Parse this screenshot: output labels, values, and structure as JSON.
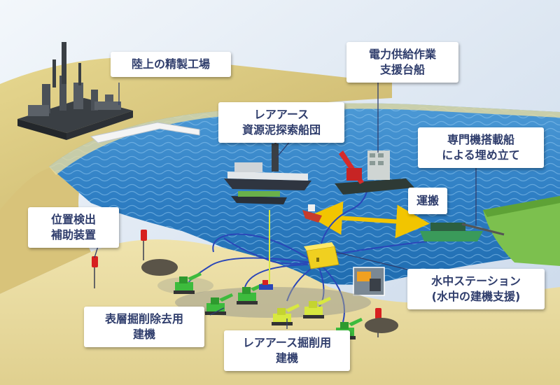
{
  "labels": {
    "refinery": [
      "陸上の精製工場"
    ],
    "power_support": [
      "電力供給作業",
      "支援台船"
    ],
    "mud_fleet": [
      "レアアース",
      "資源泥探索船団"
    ],
    "reclaim": [
      "専門機搭載船",
      "による埋め立て"
    ],
    "transport": [
      "運搬"
    ],
    "positioning": [
      "位置検出",
      "補助装置"
    ],
    "station": [
      "水中ステーション",
      "(水中の建機支援)"
    ],
    "surface_removal": [
      "表層掘削除去用",
      "建機"
    ],
    "rare_earth_excavation": [
      "レアアース掘削用",
      "建機"
    ]
  },
  "colors": {
    "sea": "#2f7fc4",
    "sea_light": "#58a4dd",
    "seabed": "#e8dca0",
    "land": "#d9c77a",
    "label_text": "#2f3d6c",
    "station": "#f0d020",
    "excavator": "#3dbb3d",
    "cable": "#2a46b8",
    "transport_arrow": "#f2c500"
  }
}
